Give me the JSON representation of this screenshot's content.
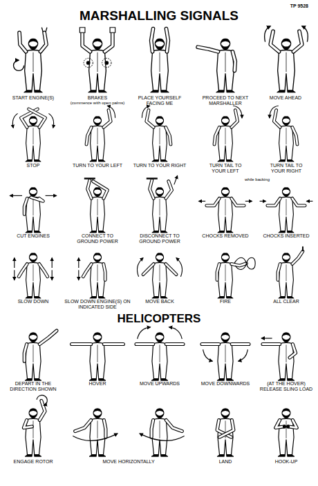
{
  "diagram": {
    "title": "MARSHALLING SIGNALS",
    "labels": [
      "TP 9528",
      "START ENGINE(S)",
      "BRAKES",
      "(commence with open palms)",
      "PLACE YOURSELF FACING ME",
      "PROCEED TO NEXT MARSHALLER",
      "MOVE AHEAD",
      "STOP",
      "TURN TO YOUR LEFT",
      "TURN TO YOUR RIGHT",
      "TURN TAIL TO YOUR LEFT",
      "while backing",
      "TURN TAIL TO YOUR RIGHT",
      "CUT ENGINES",
      "CONNECT TO GROUND POWER",
      "DISCONNECT TO GROUND POWER",
      "CHOCKS REMOVED",
      "CHOCKS INSERTED",
      "SLOW DOWN",
      "SLOW DOWN ENGINE(S) ON INDICATED SIDE",
      "MOVE BACK",
      "FIRE",
      "ALL CLEAR",
      "HELICOPTERS",
      "DEPART IN THE DIRECTION SHOWN",
      "HOVER",
      "MOVE UPWARDS",
      "MOVE DOWNWARDS",
      "(AT THE HOVER) RELEASE SLING LOAD",
      "ENGAGE ROTOR",
      "MOVE HORIZONTALLY",
      "LAND",
      "HOOK-UP"
    ]
  }
}
